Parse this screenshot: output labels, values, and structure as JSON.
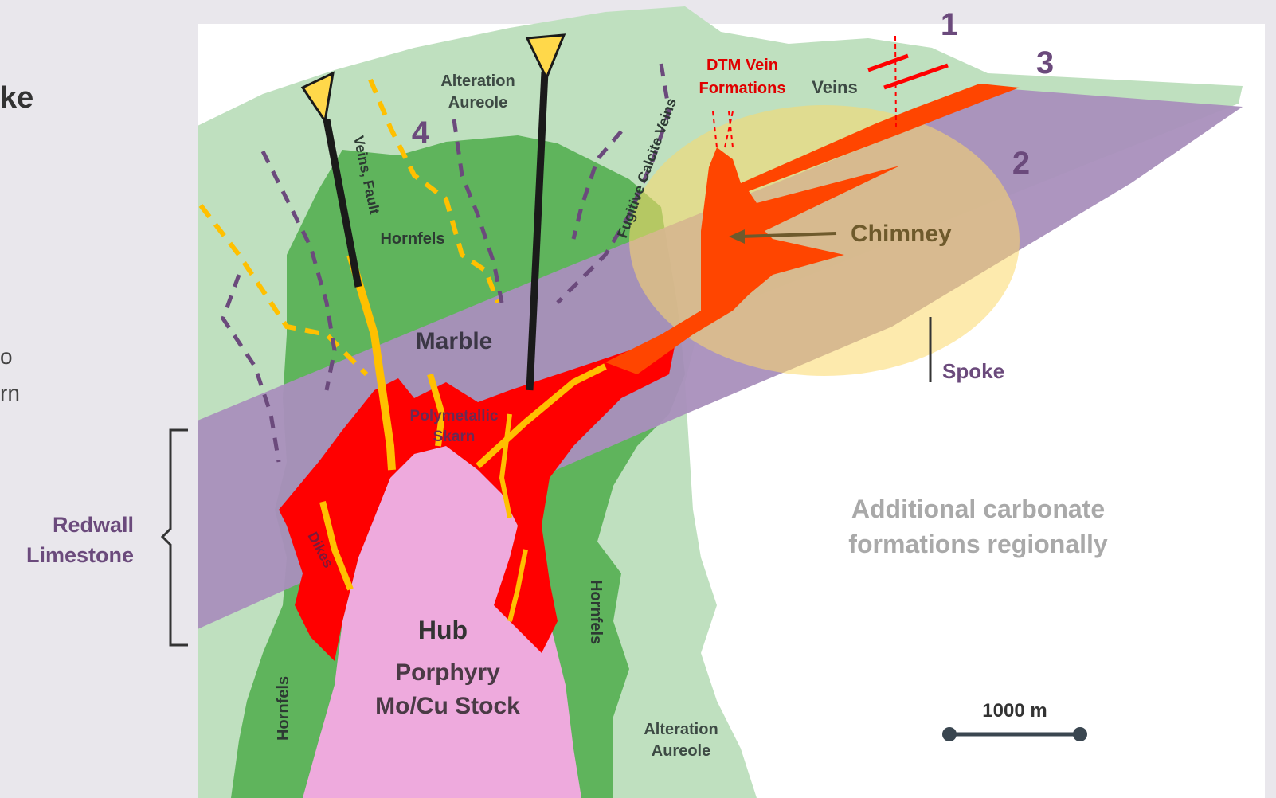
{
  "slide": {
    "title_fragment": "ke",
    "body_fragment_line1": "o",
    "body_fragment_line2": "rn"
  },
  "bracket_label": {
    "line1": "Redwall",
    "line2": "Limestone"
  },
  "labels": {
    "alteration_top_1": "Alteration",
    "alteration_top_2": "Aureole",
    "alteration_bottom_1": "Alteration",
    "alteration_bottom_2": "Aureole",
    "hornfels_top": "Hornfels",
    "hornfels_left": "Hornfels",
    "hornfels_right": "Hornfels",
    "marble": "Marble",
    "skarn_1": "Polymetallic",
    "skarn_2": "Skarn",
    "dikes": "Dikes",
    "veins_fault": "Veins, Fault",
    "fugitive": "Fugitive Calcite Veins",
    "dtm_1": "DTM Vein",
    "dtm_2": "Formations",
    "veins": "Veins",
    "chimney": "Chimney",
    "spoke": "Spoke",
    "hub": "Hub",
    "porphyry_1": "Porphyry",
    "porphyry_2": "Mo/Cu Stock",
    "carbonate_1": "Additional carbonate",
    "carbonate_2": "formations regionally",
    "num_1": "1",
    "num_2": "2",
    "num_3": "3",
    "num_4": "4",
    "scale": "1000 m"
  },
  "colors": {
    "alteration": "#bfe0bf",
    "hornfels": "#5fb45c",
    "limestone": "#a98fbc",
    "skarn_red": "#ff0000",
    "chimney_orange": "#ff4500",
    "hub_pink": "#eeaadd",
    "vein_yellow": "#ffc000",
    "chimney_halo": "#fbd96a",
    "label_purple": "#6b4a7c",
    "dtm_red": "#e00000"
  }
}
